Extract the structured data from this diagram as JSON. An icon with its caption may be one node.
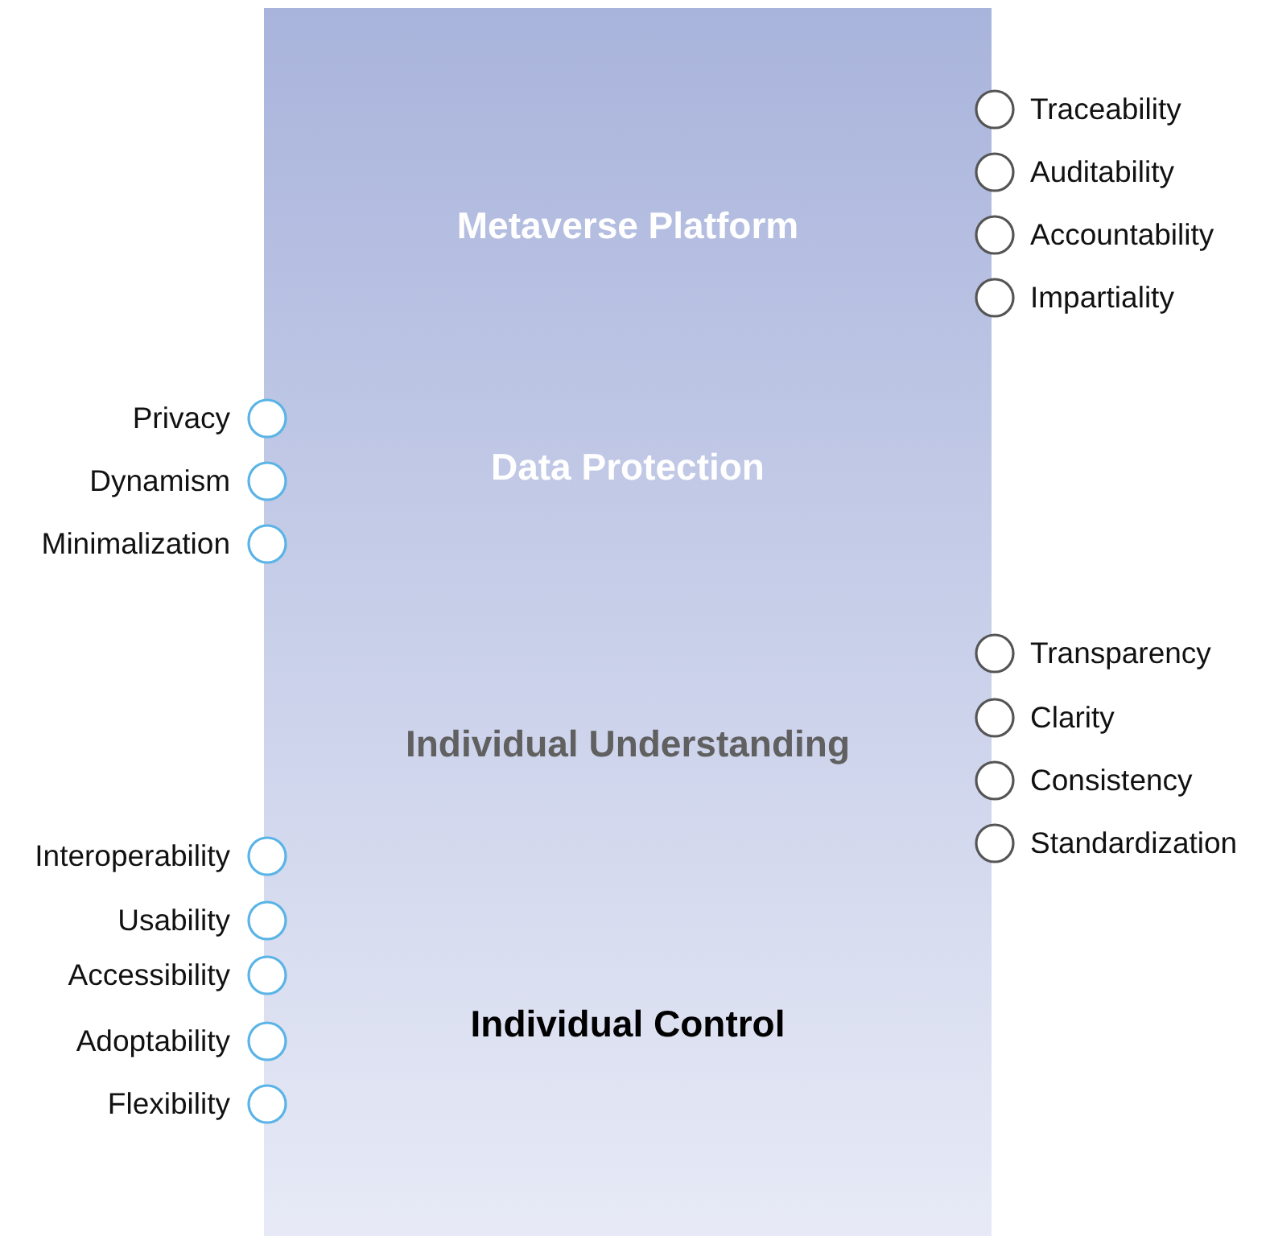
{
  "diagram": {
    "nodes": [
      {
        "text": [
          "Metaverse Platform",
          "Data Protection",
          "Individual Understanding",
          "Individual Control"
        ]
      },
      {
        "text": [],
        "shape": "circle",
        "beside": [
          "Traceability"
        ]
      },
      {
        "text": [],
        "shape": "circle",
        "beside": [
          "Auditability"
        ]
      },
      {
        "text": [],
        "shape": "circle",
        "beside": [
          "Accountability"
        ]
      },
      {
        "text": [],
        "shape": "circle",
        "beside": [
          "Impartiality"
        ]
      },
      {
        "text": [],
        "shape": "circle",
        "beside": [
          "Privacy"
        ]
      },
      {
        "text": [],
        "shape": "circle",
        "beside": [
          "Dynamism"
        ]
      },
      {
        "text": [],
        "shape": "circle",
        "beside": [
          "Minimalization"
        ]
      },
      {
        "text": [],
        "shape": "circle",
        "beside": [
          "Transparency"
        ]
      },
      {
        "text": [],
        "shape": "circle",
        "beside": [
          "Clarity"
        ]
      },
      {
        "text": [],
        "shape": "circle",
        "beside": [
          "Consistency"
        ]
      },
      {
        "text": [],
        "shape": "circle",
        "beside": [
          "Standardization"
        ]
      },
      {
        "text": [],
        "shape": "circle",
        "beside": [
          "Interoperability"
        ]
      },
      {
        "text": [],
        "shape": "circle",
        "beside": [
          "Usability"
        ]
      },
      {
        "text": [],
        "shape": "circle",
        "beside": [
          "Accessibility"
        ]
      },
      {
        "text": [],
        "shape": "circle",
        "beside": [
          "Adoptability"
        ]
      },
      {
        "text": [],
        "shape": "circle",
        "beside": [
          "Flexibility"
        ]
      }
    ]
  }
}
